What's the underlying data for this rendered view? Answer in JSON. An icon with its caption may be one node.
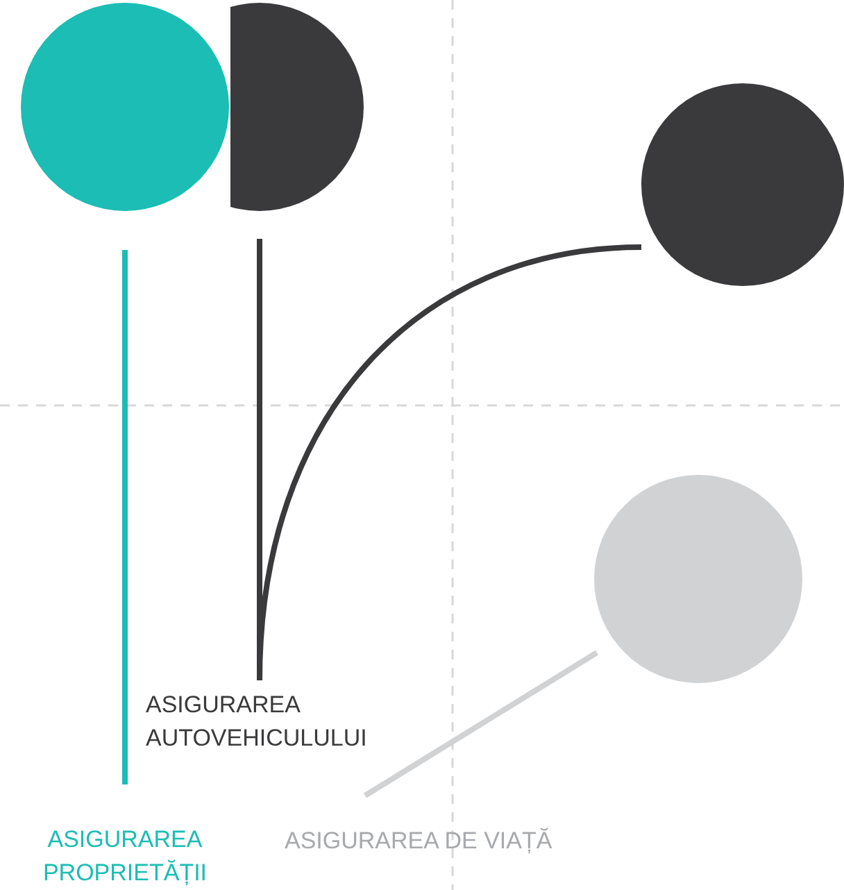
{
  "diagram": {
    "nodes": [
      {
        "text": [],
        "shape": "circle"
      },
      {
        "text": [],
        "shape": "circle"
      },
      {
        "text": [],
        "shape": "circle"
      },
      {
        "text": [],
        "shape": "circle"
      },
      {
        "text": [
          "ASIGURAREA AUTOVEHICULULUI"
        ]
      },
      {
        "text": [
          "ASIGURAREA PROPRIETĂȚII"
        ]
      },
      {
        "text": [
          "ASIGURAREA DE VIAȚĂ"
        ]
      }
    ],
    "edges": [
      {
        "from": 5,
        "to": 0,
        "arrow": "none",
        "color": "#1bbdb4"
      },
      {
        "from": 4,
        "to": 1,
        "arrow": "none"
      },
      {
        "from": 4,
        "to": 2,
        "arrow": "none"
      },
      {
        "from": 6,
        "to": 3,
        "arrow": "none",
        "color": "#d1d2d4"
      }
    ]
  }
}
